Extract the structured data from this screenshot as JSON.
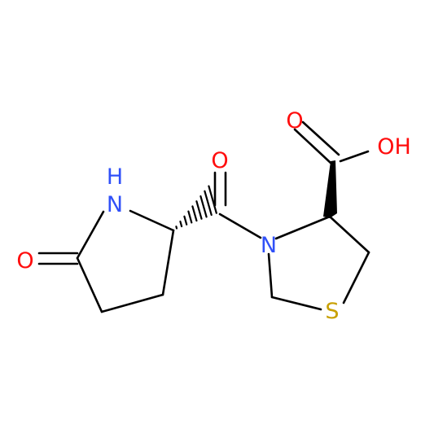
{
  "molecule": {
    "atom_labels": {
      "carbonyl_o_lactam": "O",
      "ring_nh": "N",
      "ring_nh_h": "H",
      "amide_o": "O",
      "thiazolidine_n": "N",
      "thiazolidine_s": "S",
      "acid_o_double": "O",
      "acid_oh": "OH"
    },
    "colors": {
      "oxygen": "#ff0d0d",
      "nitrogen": "#3050f8",
      "sulfur": "#c8a000",
      "bond": "#000000"
    }
  }
}
